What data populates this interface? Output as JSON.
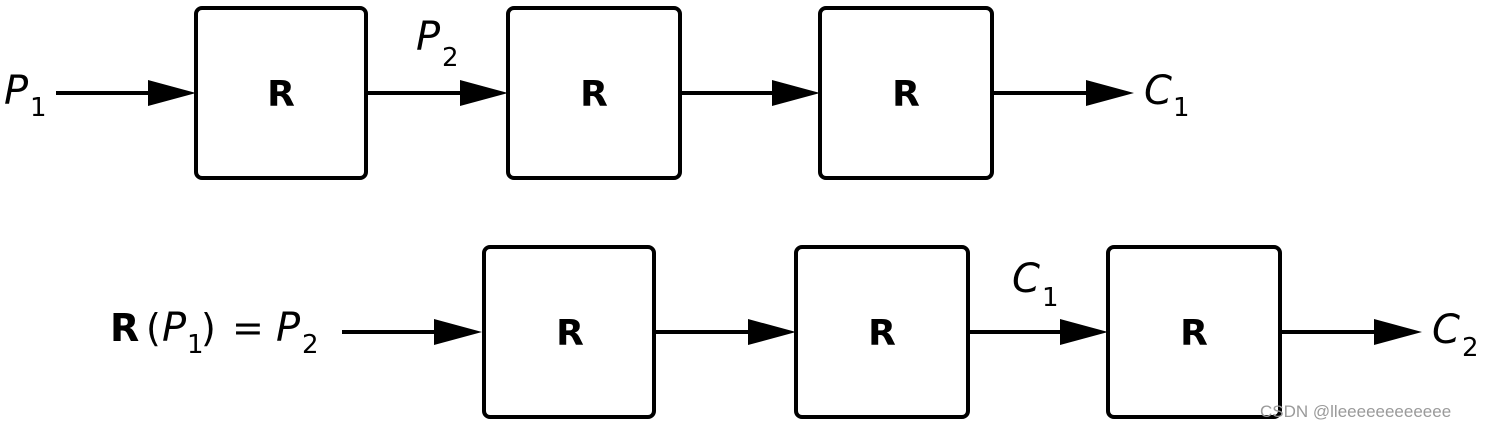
{
  "box_label": "R",
  "row1": {
    "input_var": "P",
    "input_sub": "1",
    "mid_var": "P",
    "mid_sub": "2",
    "output_var": "C",
    "output_sub": "1"
  },
  "row2": {
    "eq_fn": "R",
    "eq_open": "(",
    "eq_arg_var": "P",
    "eq_arg_sub": "1",
    "eq_close": ")",
    "eq_equals": "=",
    "eq_result_var": "P",
    "eq_result_sub": "2",
    "mid_var": "C",
    "mid_sub": "1",
    "output_var": "C",
    "output_sub": "2"
  },
  "watermark": "CSDN @lleeeeeeeeeeee"
}
